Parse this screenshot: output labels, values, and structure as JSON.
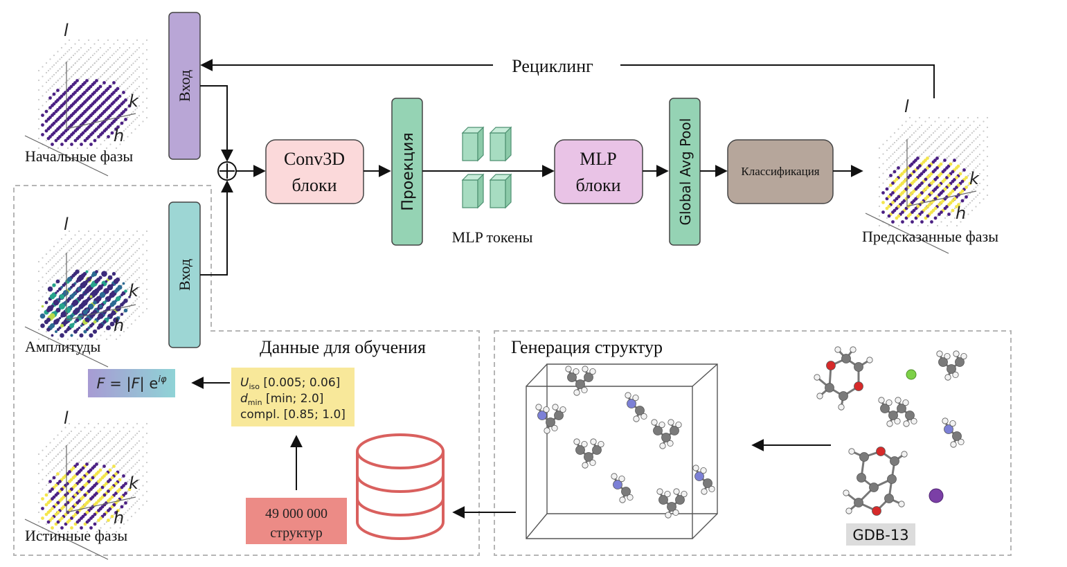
{
  "labels": {
    "input_top": "Вход",
    "input_bottom": "Вход",
    "initial_phases": "Начальные фазы",
    "amplitudes": "Амплитуды",
    "true_phases": "Истинные фазы",
    "predicted_phases": "Предсказанные фазы",
    "recycling": "Рециклинг",
    "conv_line1": "Conv3D",
    "conv_line2": "блоки",
    "projection": "Проекция",
    "mlp_tokens": "MLP токены",
    "mlp_line1": "MLP",
    "mlp_line2": "блоки",
    "gap": "Global Avg Pool",
    "classification": "Классификация",
    "training_data": "Данные для обучения",
    "structure_generation": "Генерация структур",
    "structures_line1": "49 000 000",
    "structures_line2": "структур",
    "gdb": "GDB-13",
    "axis_l": "l",
    "axis_k": "k",
    "axis_h": "h"
  },
  "formula": {
    "F": "F",
    "eq": " = |",
    "F2": "F",
    "bar": "| e",
    "exp": "iφ"
  },
  "params": {
    "u_sym": "U",
    "u_sub": "iso",
    "u_range": " [0.005; 0.06]",
    "d_sym": "d",
    "d_sub": "min",
    "d_range": " [min; 2.0]",
    "compl": "compl. [0.85; 1.0]"
  },
  "colors": {
    "input_top": "#b9a6d6",
    "input_bottom": "#9dd6d4",
    "conv": "#fbd9da",
    "projection": "#95d3b4",
    "mlp": "#e9c3e6",
    "gap": "#95d3b4",
    "classification": "#b6a69b",
    "params_box": "#f8e89a",
    "structures_box": "#ec8b86",
    "database": "#d9605e",
    "formula_left": "#a79bd3",
    "formula_right": "#8fd3d6",
    "phase_purple": "#4b2083",
    "phase_yellow": "#f3e54c",
    "gdb_box": "#dcdcdc"
  }
}
